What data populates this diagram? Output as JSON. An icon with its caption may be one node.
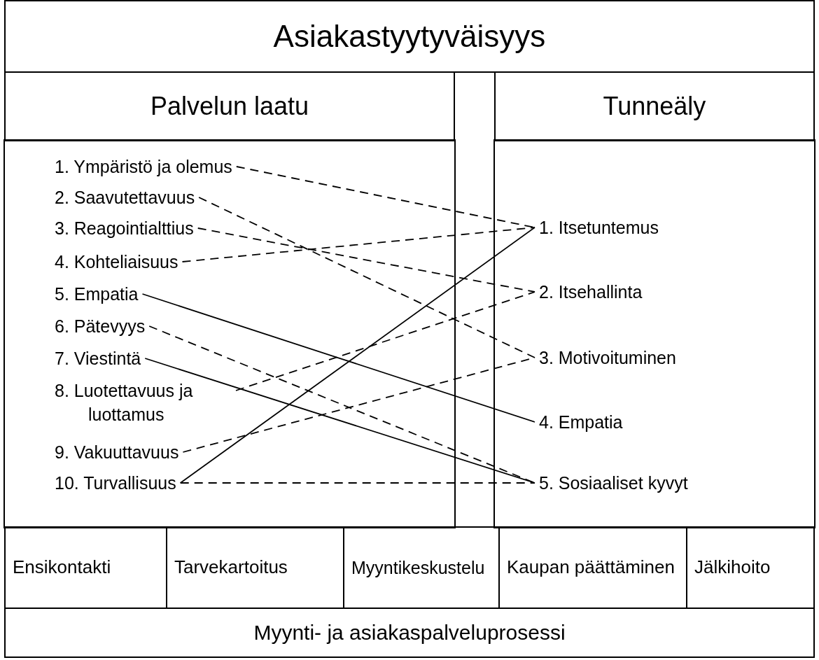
{
  "diagram": {
    "nodes": [
      {
        "text": [
          "Asiakastyytyväisyys"
        ]
      },
      {
        "text": [
          "Palvelun laatu"
        ]
      },
      {
        "text": [
          "Tunneäly"
        ]
      },
      {
        "text": [],
        "shape": "box"
      },
      {
        "text": [
          "1. Ympäristö ja olemus"
        ],
        "in": 3
      },
      {
        "text": [
          "2. Saavutettavuus"
        ],
        "in": 3
      },
      {
        "text": [
          "3. Reagointialttius"
        ],
        "in": 3
      },
      {
        "text": [
          "4. Kohteliaisuus"
        ],
        "in": 3
      },
      {
        "text": [
          "5. Empatia"
        ],
        "in": 3
      },
      {
        "text": [
          "6. Pätevyys"
        ],
        "in": 3
      },
      {
        "text": [
          "7. Viestintä"
        ],
        "in": 3
      },
      {
        "text": [
          "8. Luotettavuus ja luottamus"
        ],
        "in": 3
      },
      {
        "text": [
          "9. Vakuuttavuus"
        ],
        "in": 3
      },
      {
        "text": [
          "10. Turvallisuus"
        ],
        "in": 3
      },
      {
        "text": [],
        "shape": "box"
      },
      {
        "text": [
          "1. Itsetuntemus"
        ],
        "in": 14
      },
      {
        "text": [
          "2. Itsehallinta"
        ],
        "in": 14
      },
      {
        "text": [
          "3. Motivoituminen"
        ],
        "in": 14
      },
      {
        "text": [
          "4. Empatia"
        ],
        "in": 14
      },
      {
        "text": [
          "5. Sosiaaliset kyvyt"
        ],
        "in": 14
      },
      {
        "text": [
          "Ensikontakti"
        ]
      },
      {
        "text": [
          "Tarvekartoitus"
        ]
      },
      {
        "text": [
          "Myyntikeskustelu"
        ]
      },
      {
        "text": [
          "Kaupan päättäminen"
        ]
      },
      {
        "text": [
          "Jälkihoito"
        ]
      },
      {
        "text": [
          "Myynti- ja asiakaspalveluprosessi"
        ]
      }
    ],
    "edges": [
      {
        "from": 4,
        "to": 15,
        "arrow": "none",
        "style": "dashed"
      },
      {
        "from": 5,
        "to": 17,
        "arrow": "none",
        "style": "dashed"
      },
      {
        "from": 6,
        "to": 16,
        "arrow": "none",
        "style": "dashed"
      },
      {
        "from": 7,
        "to": 15,
        "arrow": "none",
        "style": "dashed"
      },
      {
        "from": 8,
        "to": 18,
        "arrow": "none"
      },
      {
        "from": 9,
        "to": 19,
        "arrow": "none",
        "style": "dashed"
      },
      {
        "from": 10,
        "to": 19,
        "arrow": "none"
      },
      {
        "from": 11,
        "to": 16,
        "arrow": "none",
        "style": "dashed"
      },
      {
        "from": 12,
        "to": 17,
        "arrow": "none",
        "style": "dashed"
      },
      {
        "from": 13,
        "to": 15,
        "arrow": "none"
      },
      {
        "from": 13,
        "to": 19,
        "arrow": "none",
        "style": "dashed"
      }
    ]
  }
}
